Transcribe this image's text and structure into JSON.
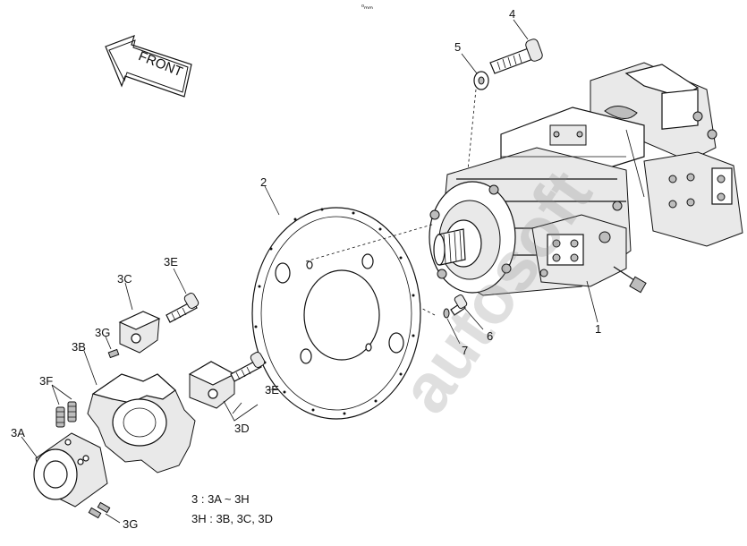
{
  "header_mark": "ᵒₘₘ",
  "arrow": {
    "label": "FRONT"
  },
  "callouts": [
    "1",
    "2",
    "3A",
    "3B",
    "3C",
    "3D",
    "3E",
    "3E",
    "3F",
    "3G",
    "3G",
    "4",
    "5",
    "6",
    "7"
  ],
  "notes": [
    "3 : 3A ~ 3H",
    "3H : 3B, 3C, 3D"
  ],
  "watermark": "autosoft"
}
